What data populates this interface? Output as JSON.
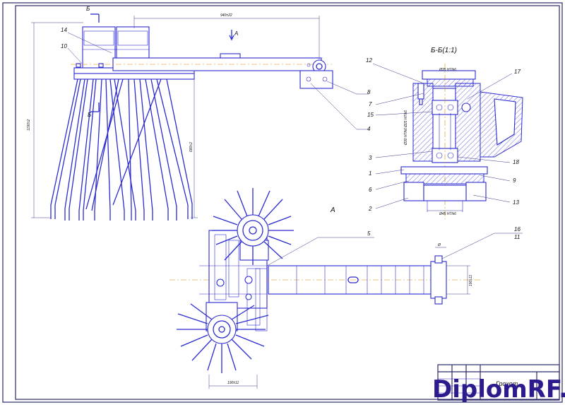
{
  "section_marker": "Б",
  "view_marker": "А",
  "section_title": "Б-Б(1:1)",
  "dimensions": {
    "top_length": "940±22",
    "overall_height": "1190±2",
    "inner_height": "680±2",
    "width_a": "190±11",
    "width_b": "190±11",
    "small_width": "Ø",
    "bearing_top": "Ø35 H7/k6",
    "bearing_side1": "Ø25 H7/k6",
    "bearing_side2": "Ø30 H7/k6",
    "bearing_bottom": "Ø45 H7/k6"
  },
  "leaders": [
    "14",
    "10",
    "12",
    "7",
    "15",
    "3",
    "1",
    "6",
    "2",
    "17",
    "18",
    "9",
    "13",
    "8",
    "4",
    "5",
    "16",
    "11"
  ],
  "title_block": {
    "title": "Грохот"
  },
  "watermark": "DiplomRF.ru",
  "colors": {
    "line": "#2b2bd0",
    "axis": "#e08a00",
    "watermark": "#2b1b8c"
  }
}
